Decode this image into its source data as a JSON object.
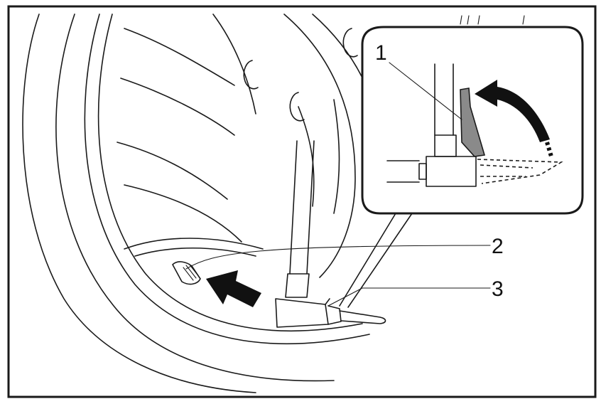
{
  "callouts": [
    {
      "id": "1",
      "label": "1"
    },
    {
      "id": "2",
      "label": "2"
    },
    {
      "id": "3",
      "label": "3"
    }
  ],
  "colors": {
    "line": "#1a1a1a",
    "background": "#ffffff",
    "lever_fill": "#8a8a8a",
    "arrow_fill": "#111111"
  }
}
